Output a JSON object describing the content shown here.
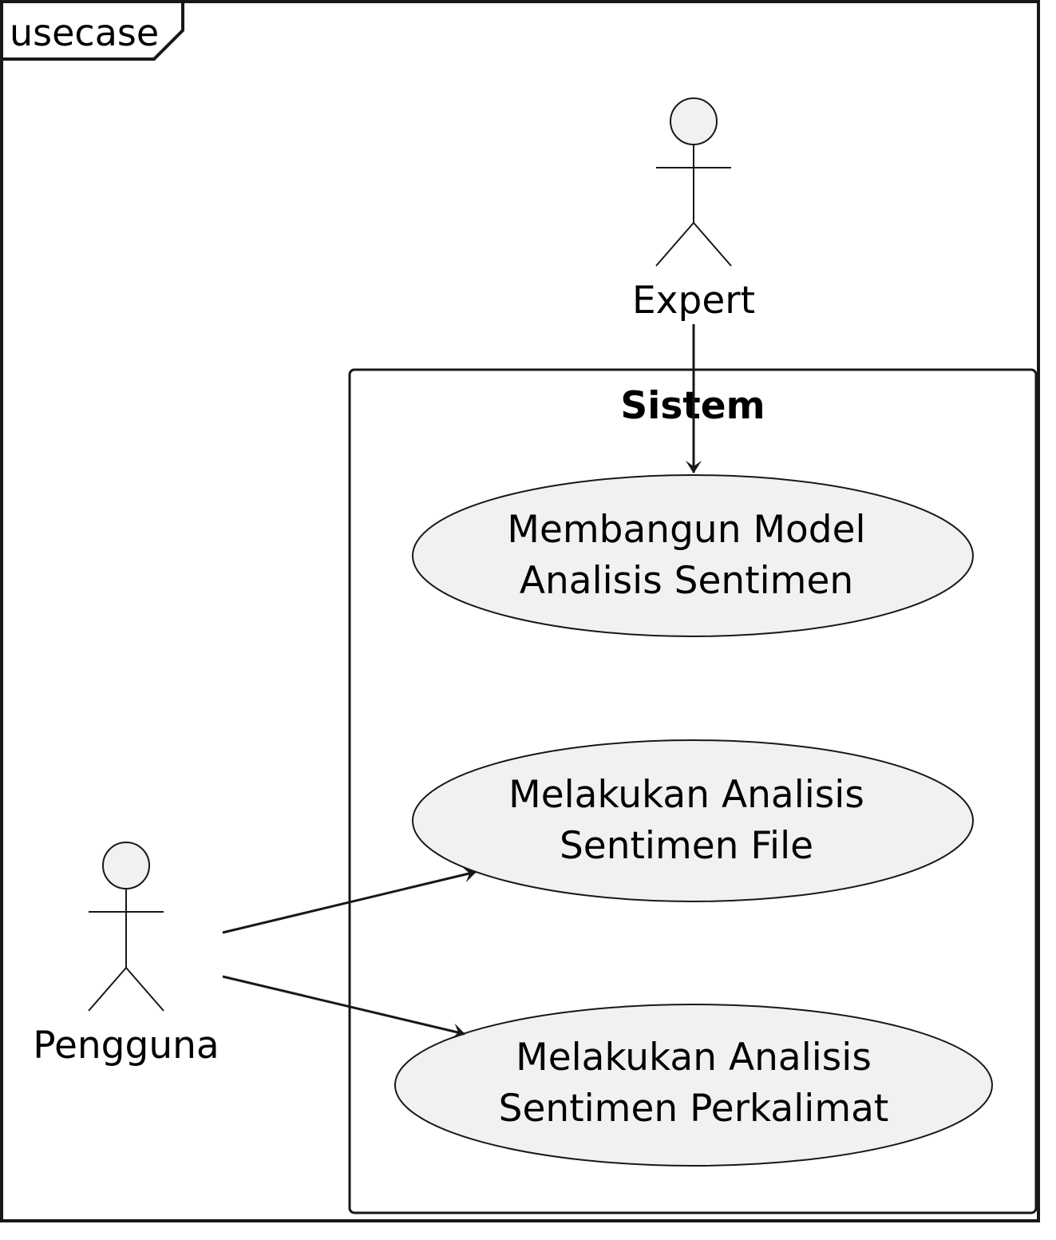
{
  "frame": {
    "label": "usecase"
  },
  "boundary": {
    "label": "Sistem"
  },
  "actors": {
    "expert": {
      "label": "Expert"
    },
    "pengguna": {
      "label": "Pengguna"
    }
  },
  "usecases": {
    "membangun": {
      "line1": "Membangun Model",
      "line2": "Analisis Sentimen"
    },
    "file": {
      "line1": "Melakukan Analisis",
      "line2": "Sentimen File"
    },
    "perkalimat": {
      "line1": "Melakukan Analisis",
      "line2": "Sentimen Perkalimat"
    }
  },
  "colors": {
    "shape_fill": "#f1f1f1",
    "stroke": "#181818",
    "background": "#ffffff"
  }
}
